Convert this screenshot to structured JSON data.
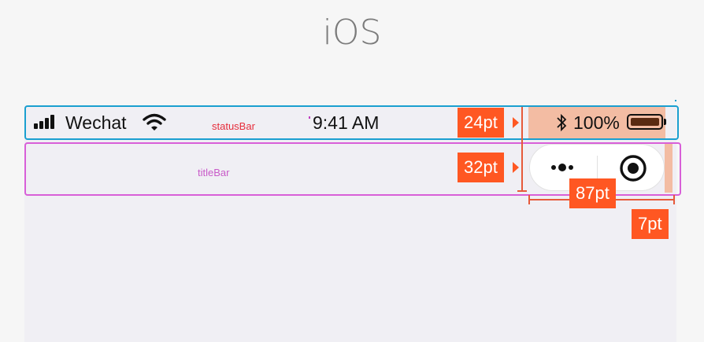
{
  "page": {
    "heading": "iOS"
  },
  "status_bar": {
    "carrier": "Wechat",
    "time": "9:41 AM",
    "battery_percent": "100%",
    "label": "statusBar"
  },
  "title_bar": {
    "label": "titleBar"
  },
  "capsule": {
    "more_icon": "more-dots-icon",
    "close_icon": "target-circle-icon"
  },
  "annotations": {
    "status_height": "24pt",
    "title_height": "32pt",
    "capsule_width": "87pt",
    "right_margin": "7pt"
  },
  "colors": {
    "statusbar_outline": "#1a9fd0",
    "titlebar_outline": "#d85fd8",
    "annotation": "#ff5722",
    "shade": "#f3bca3"
  }
}
